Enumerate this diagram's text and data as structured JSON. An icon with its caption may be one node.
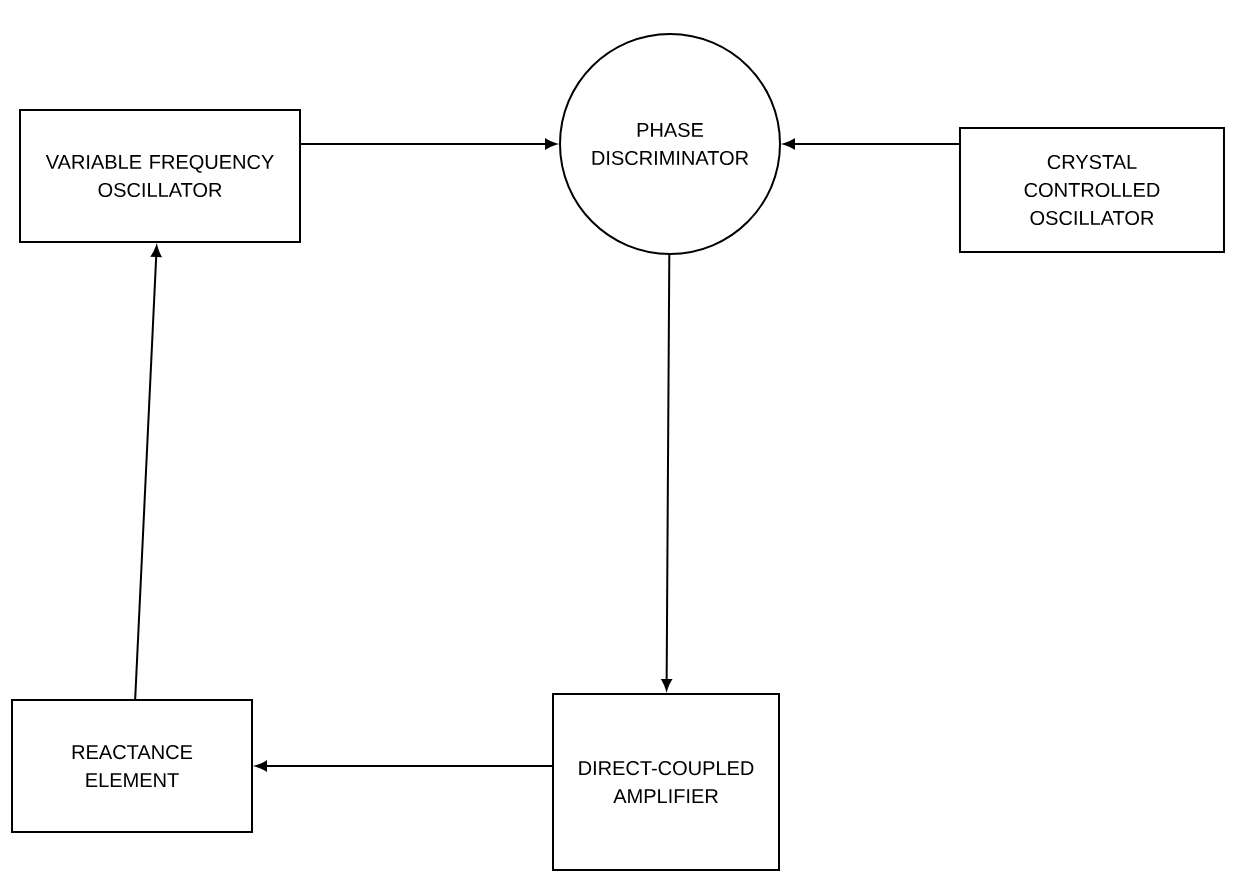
{
  "diagram": {
    "nodes": [
      {
        "text": [
          "VARIABLE FREQUENCY OSCILLATOR"
        ]
      },
      {
        "text": [
          "PHASE DISCRIMINATOR"
        ]
      },
      {
        "text": [
          "CRYSTAL CONTROLLED OSCILLATOR"
        ]
      },
      {
        "text": [
          "REACTANCE ELEMENT"
        ]
      },
      {
        "text": [
          "DIRECT-COUPLED AMPLIFIER"
        ]
      }
    ],
    "edges": [
      {
        "from": 0,
        "to": 1,
        "arrow": "to"
      },
      {
        "from": 2,
        "to": 1,
        "arrow": "to"
      },
      {
        "from": 1,
        "to": 4,
        "arrow": "to"
      },
      {
        "from": 4,
        "to": 3,
        "arrow": "to"
      },
      {
        "from": 3,
        "to": 0,
        "arrow": "to"
      }
    ]
  }
}
